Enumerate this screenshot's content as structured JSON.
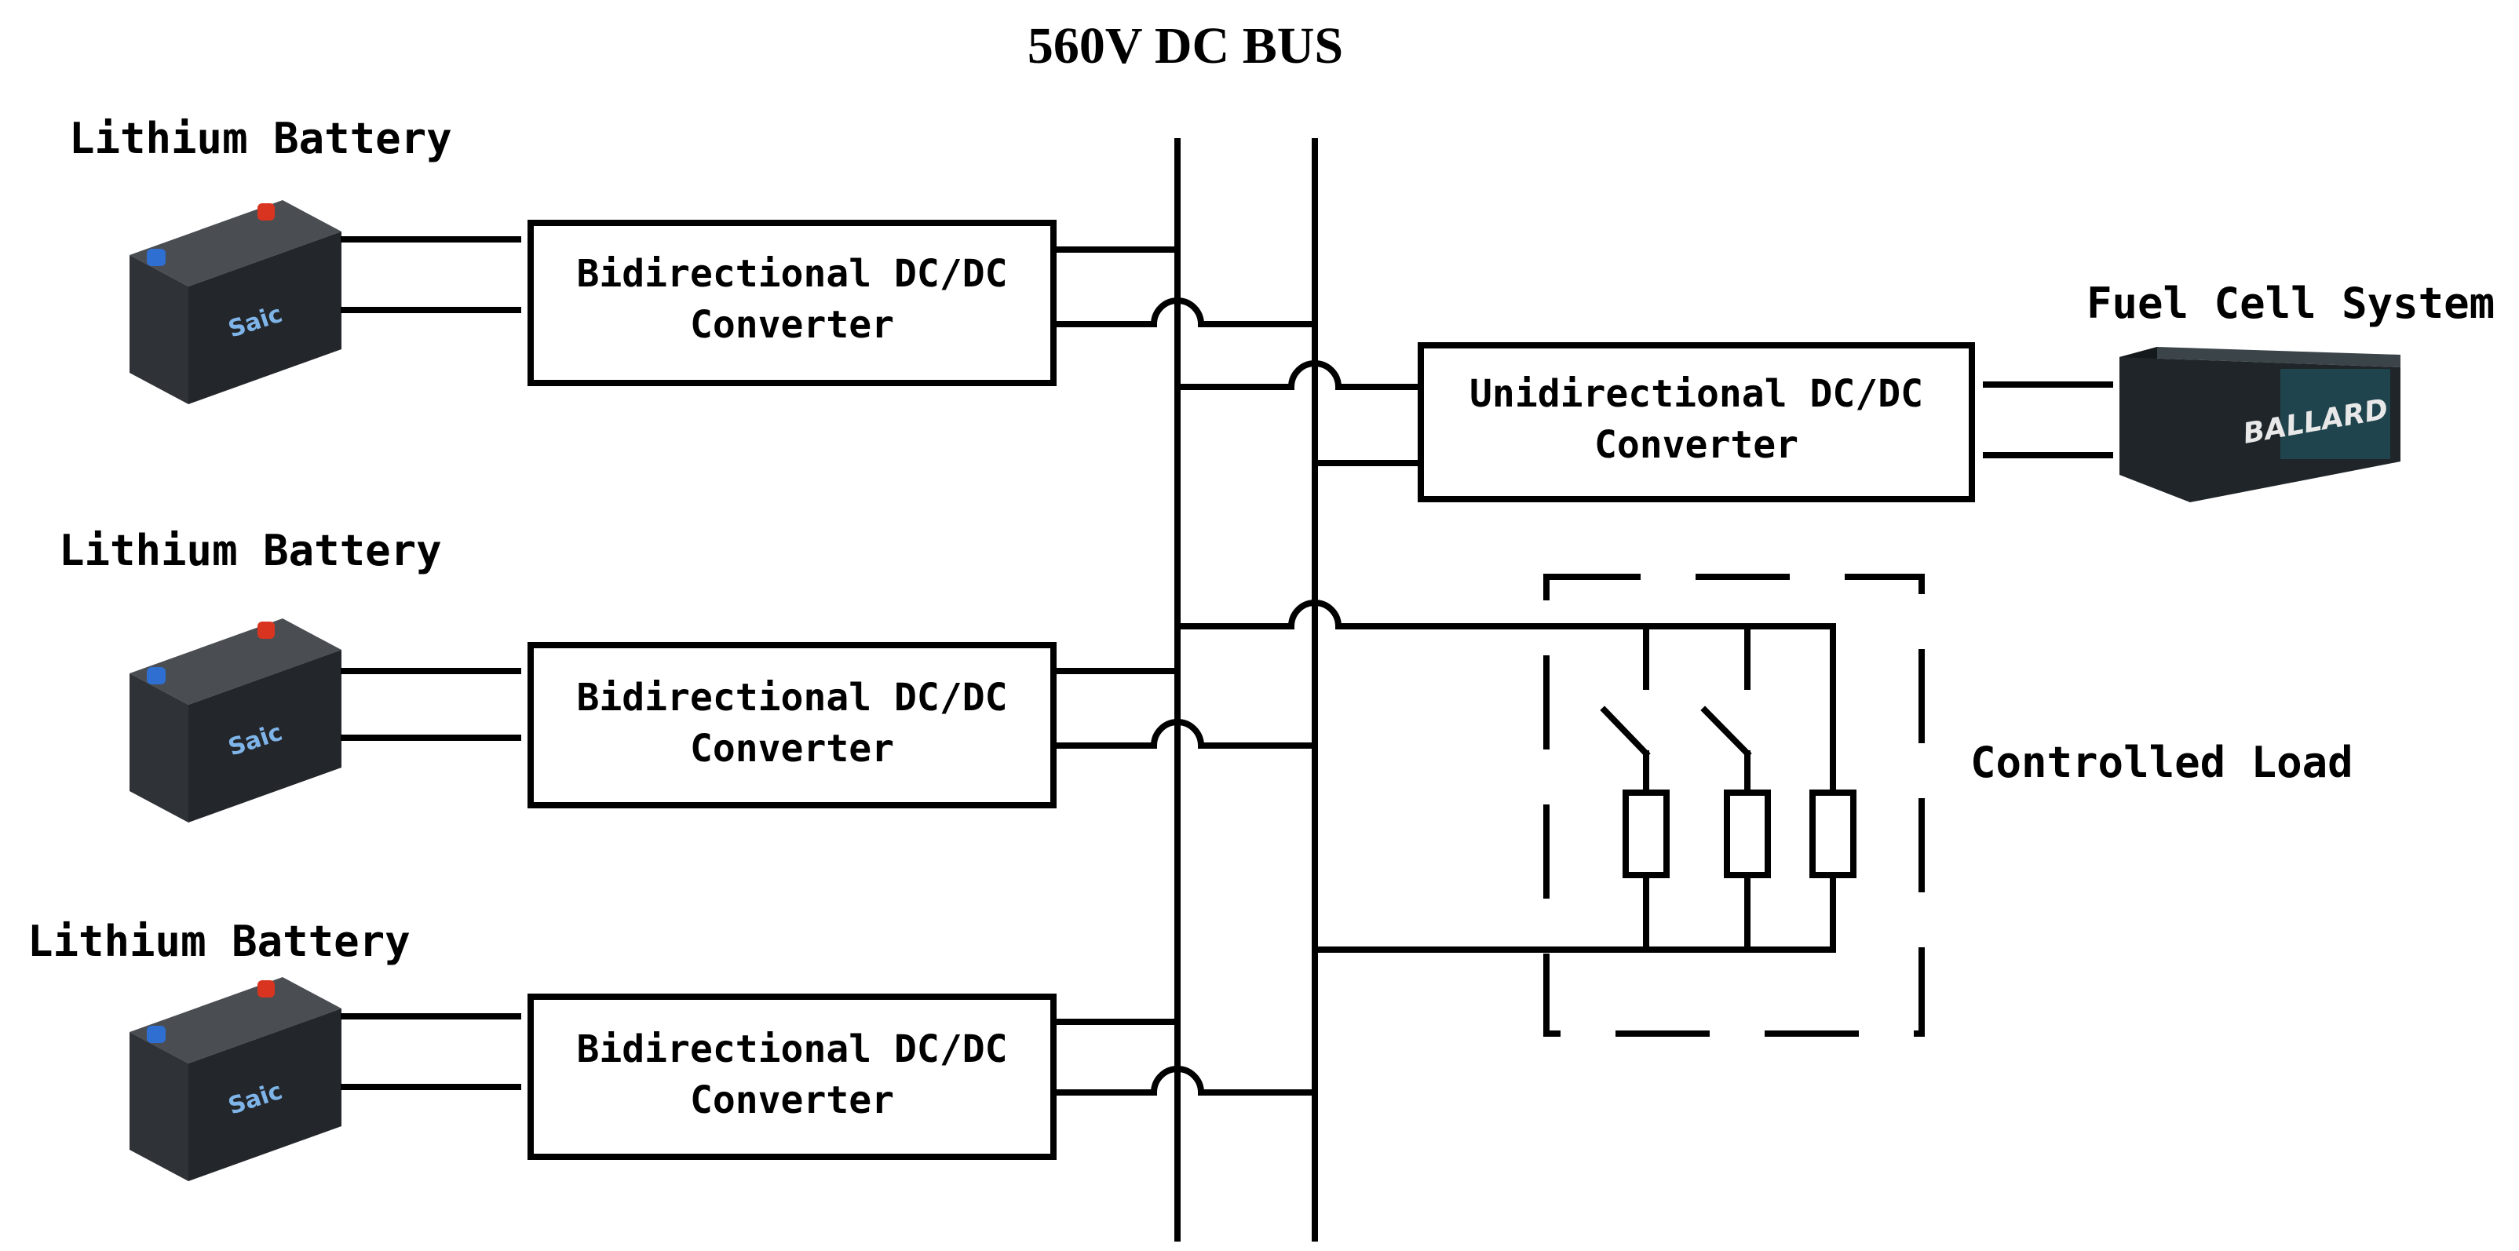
{
  "title": "560V DC BUS",
  "batteries": [
    {
      "label": "Lithium Battery"
    },
    {
      "label": "Lithium Battery"
    },
    {
      "label": "Lithium Battery"
    }
  ],
  "battery_brand": "Saic",
  "bidirectional_converter": {
    "line1": "Bidirectional DC/DC",
    "line2": "Converter"
  },
  "unidirectional_converter": {
    "line1": "Unidirectional DC/DC",
    "line2": "Converter"
  },
  "fuel_cell": {
    "label": "Fuel Cell System",
    "brand": "BALLARD"
  },
  "load": {
    "label": "Controlled Load"
  },
  "colors": {
    "line": "#000000",
    "battery": "#2f3236",
    "terminal_pos": "#d8341f",
    "terminal_neg": "#2f6fd1",
    "fuel_cell": "#1f2528"
  }
}
